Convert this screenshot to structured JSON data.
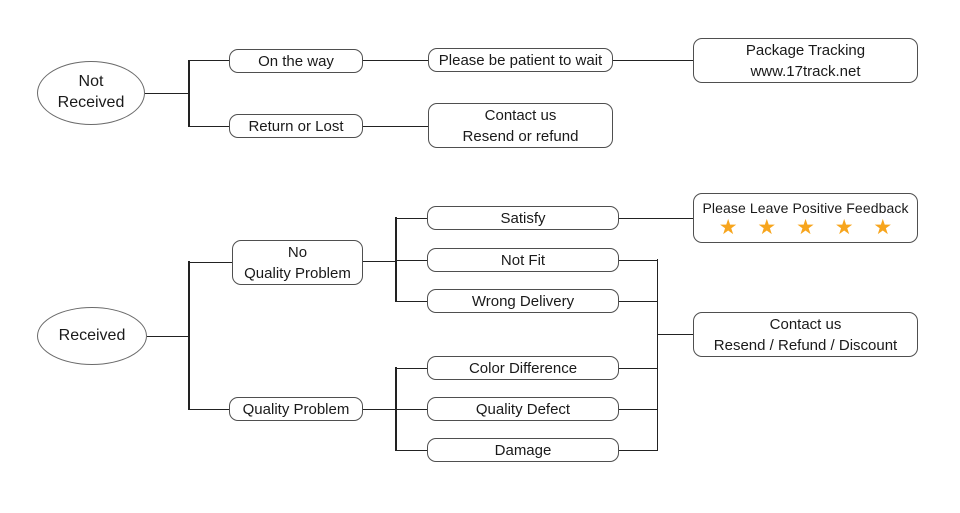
{
  "flowchart": {
    "colors": {
      "background": "#ffffff",
      "line": "#222222",
      "box_border": "#4f4f4f",
      "text": "#1a1a1a",
      "star": "#f7a51d"
    },
    "nodes": {
      "not_received": "Not\nReceived",
      "on_the_way": "On the way",
      "return_or_lost": "Return or Lost",
      "please_be_patient": "Please be patient to wait",
      "package_tracking": "Package Tracking\nwww.17track.net",
      "contact_us_resend_refund": "Contact us\nResend or refund",
      "received": "Received",
      "no_quality_problem": "No\nQuality Problem",
      "quality_problem": "Quality Problem",
      "satisfy": "Satisfy",
      "not_fit": "Not Fit",
      "wrong_delivery": "Wrong Delivery",
      "color_difference": "Color Difference",
      "quality_defect": "Quality Defect",
      "damage": "Damage",
      "positive_feedback_title": "Please Leave Positive Feedback",
      "positive_feedback_stars": "★ ★ ★ ★ ★",
      "contact_us_resend_refund_discount": "Contact us\nResend / Refund / Discount"
    }
  }
}
